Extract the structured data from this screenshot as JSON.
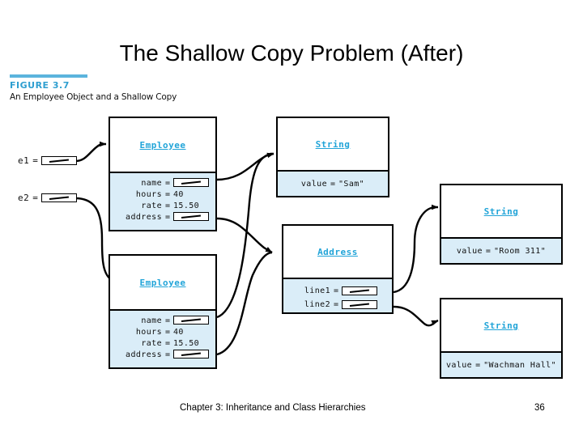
{
  "slide": {
    "title": "The Shallow Copy Problem (After)",
    "figure": {
      "number": "FIGURE 3.7",
      "caption": "An Employee Object and a Shallow Copy",
      "rule_color": "#5bb4dd",
      "number_color": "#2f9fd0"
    },
    "footer": {
      "text": "Chapter 3: Inheritance and Class Hierarchies",
      "page": "36"
    }
  },
  "colors": {
    "class_title": "#21a4d8",
    "field_bg": "#daedf8",
    "border": "#000000",
    "background": "#ffffff"
  },
  "variables": [
    {
      "name": "e1",
      "equals": "=",
      "slot": "pointer-slot"
    },
    {
      "name": "e2",
      "equals": "=",
      "slot": "pointer-slot"
    }
  ],
  "objects": [
    {
      "id": "employee-1",
      "class_name": "Employee",
      "fields": [
        {
          "name": "name",
          "equals": "=",
          "value": "",
          "is_pointer": true
        },
        {
          "name": "hours",
          "equals": "=",
          "value": "40",
          "is_pointer": false
        },
        {
          "name": "rate",
          "equals": "=",
          "value": "15.50",
          "is_pointer": false
        },
        {
          "name": "address",
          "equals": "=",
          "value": "",
          "is_pointer": true
        }
      ]
    },
    {
      "id": "employee-2",
      "class_name": "Employee",
      "fields": [
        {
          "name": "name",
          "equals": "=",
          "value": "",
          "is_pointer": true
        },
        {
          "name": "hours",
          "equals": "=",
          "value": "40",
          "is_pointer": false
        },
        {
          "name": "rate",
          "equals": "=",
          "value": "15.50",
          "is_pointer": false
        },
        {
          "name": "address",
          "equals": "=",
          "value": "",
          "is_pointer": true
        }
      ]
    },
    {
      "id": "string-name",
      "class_name": "String",
      "fields": [
        {
          "name": "value",
          "equals": "=",
          "value": "\"Sam\"",
          "is_pointer": false
        }
      ]
    },
    {
      "id": "address-1",
      "class_name": "Address",
      "fields": [
        {
          "name": "line1",
          "equals": "=",
          "value": "",
          "is_pointer": true
        },
        {
          "name": "line2",
          "equals": "=",
          "value": "",
          "is_pointer": true
        }
      ]
    },
    {
      "id": "string-line1",
      "class_name": "String",
      "fields": [
        {
          "name": "value",
          "equals": "=",
          "value": "\"Room 311\"",
          "is_pointer": false
        }
      ]
    },
    {
      "id": "string-line2",
      "class_name": "String",
      "fields": [
        {
          "name": "value",
          "equals": "=",
          "value": "\"Wachman Hall\"",
          "is_pointer": false
        }
      ]
    }
  ]
}
